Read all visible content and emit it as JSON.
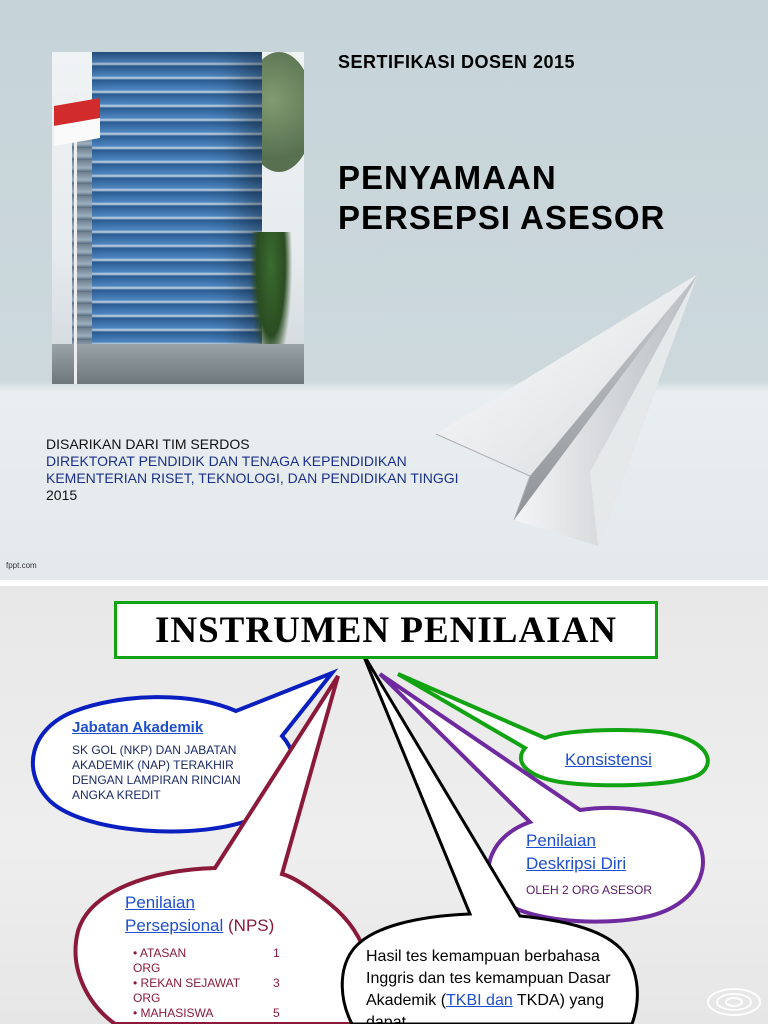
{
  "slide1": {
    "top_line": "SERTIFIKASI DOSEN 2015",
    "title_lines": [
      "PENYAMAAN",
      "PERSEPSI ASESOR"
    ],
    "credits": [
      "DISARIKAN DARI TIM SERDOS",
      "DIREKTORAT PENDIDIK DAN TENAGA KEPENDIDIKAN",
      "KEMENTERIAN RISET, TEKNOLOGI, DAN PENDIDIKAN TINGGI",
      "2015"
    ],
    "watermark": "fppt.com",
    "colors": {
      "background": "#c6d4d9",
      "credit_blue": "#1c2f8c"
    }
  },
  "slide2": {
    "title": "INSTRUMEN PENILAIAN",
    "bubble_jabatan": {
      "title": "Jabatan Akademik ",
      "body": "SK GOL (NKP) DAN JABATAN AKADEMIK (NAP) TERAKHIR DENGAN LAMPIRAN RINCIAN ANGKA KREDIT"
    },
    "bubble_konsistensi": {
      "title": "Konsistensi"
    },
    "bubble_deskripsi": {
      "title_line1": "Penilaian ",
      "title_line2": "Deskripsi Diri",
      "body": "OLEH 2 ORG ASESOR"
    },
    "bubble_persepsional": {
      "title_line1": "Penilaian",
      "title_line2": "Persepsional",
      "suffix": " (NPS)",
      "items": [
        {
          "label": "• ATASAN",
          "count": "1",
          "unit": "ORG"
        },
        {
          "label": "• REKAN SEJAWAT",
          "count": "3",
          "unit": "ORG"
        },
        {
          "label": "• MAHASISWA",
          "count": "5",
          "unit": ""
        }
      ]
    },
    "bubble_tes": {
      "text_before": "Hasil tes kemampuan berbahasa Inggris dan tes kemampuan Dasar Akademik (",
      "link": "TKBI dan",
      "text_after": " TKDA) yang dapat"
    },
    "colors": {
      "title_border": "#12a312",
      "jabatan": "#0a1fbf",
      "konsistensi": "#12a312",
      "deskripsi": "#6e2a9e",
      "persepsional": "#8b1a3a",
      "tes": "#000000"
    }
  }
}
